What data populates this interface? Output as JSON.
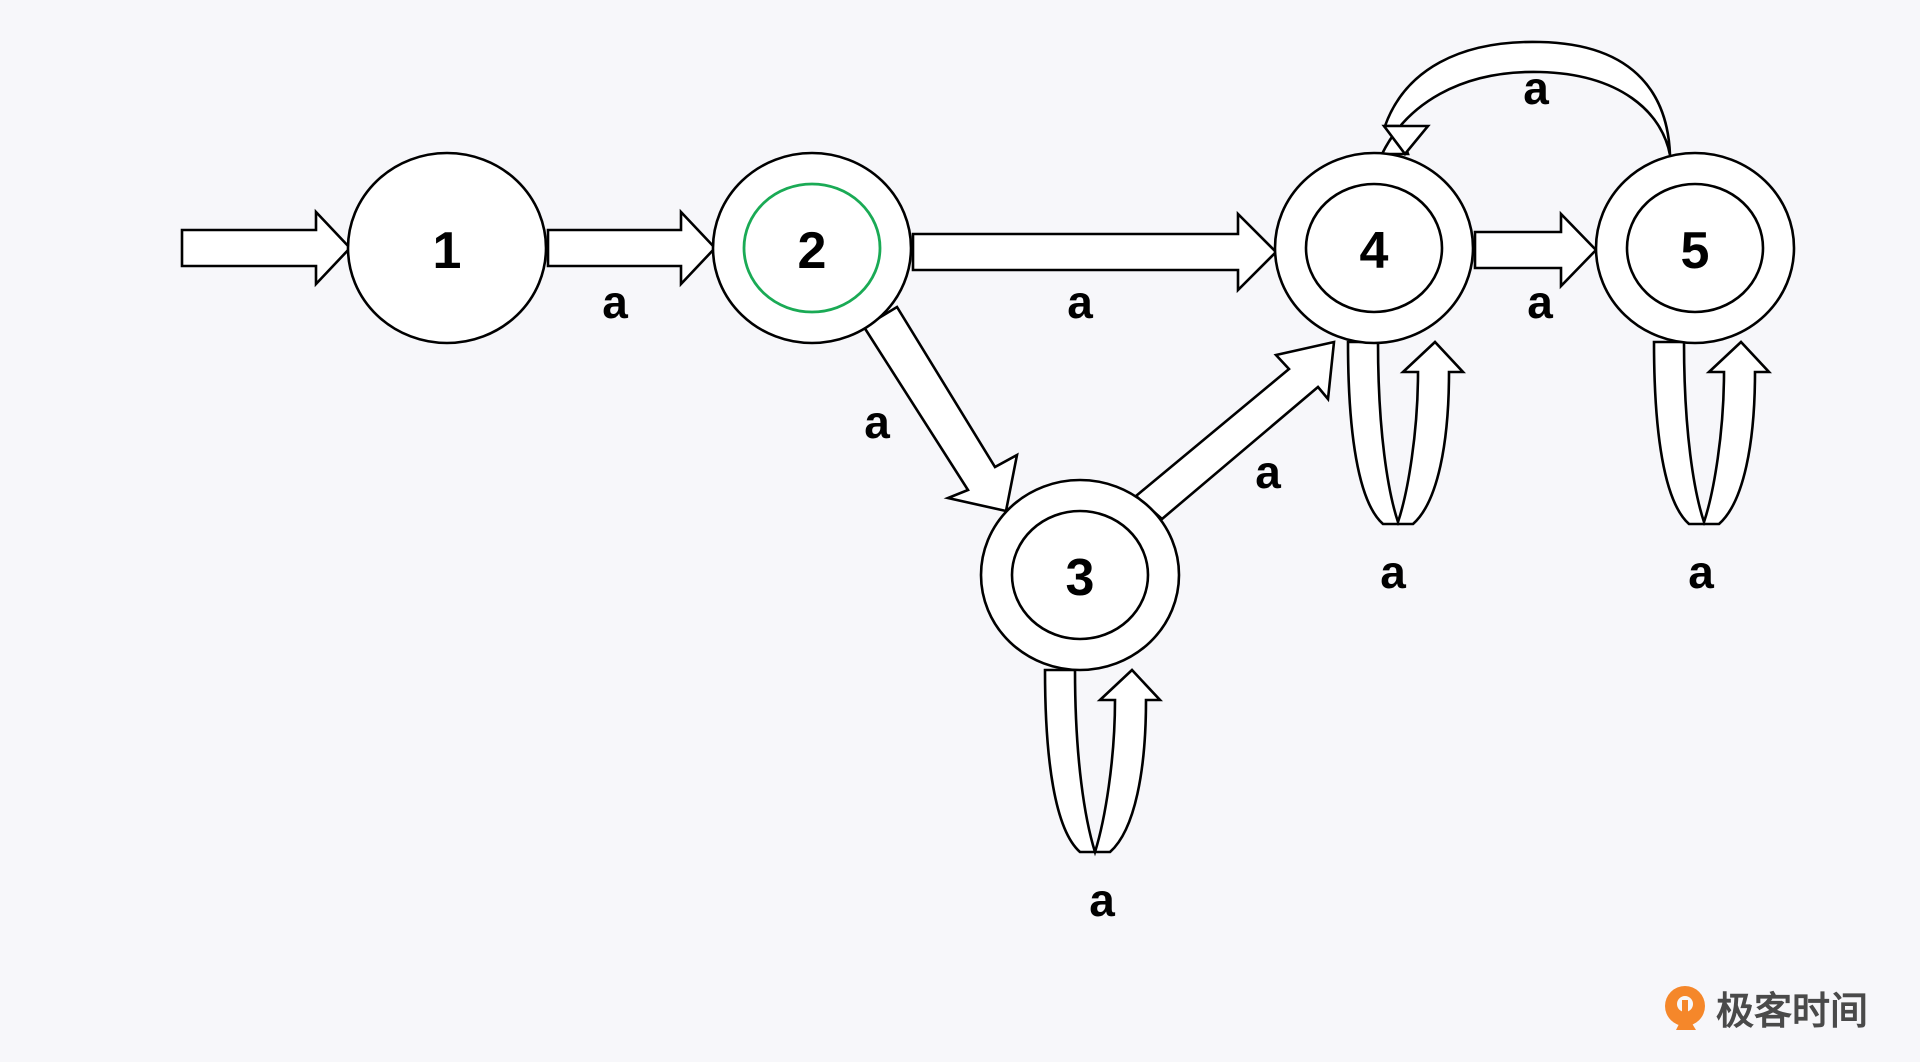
{
  "states": [
    {
      "id": "1",
      "label": "1",
      "accepting": false,
      "highlighted": false
    },
    {
      "id": "2",
      "label": "2",
      "accepting": false,
      "highlighted": true
    },
    {
      "id": "3",
      "label": "3",
      "accepting": true,
      "highlighted": false
    },
    {
      "id": "4",
      "label": "4",
      "accepting": true,
      "highlighted": false
    },
    {
      "id": "5",
      "label": "5",
      "accepting": true,
      "highlighted": false
    }
  ],
  "transitions": [
    {
      "from": "start",
      "to": "1",
      "label": ""
    },
    {
      "from": "1",
      "to": "2",
      "label": "a"
    },
    {
      "from": "2",
      "to": "4",
      "label": "a"
    },
    {
      "from": "2",
      "to": "3",
      "label": "a"
    },
    {
      "from": "3",
      "to": "4",
      "label": "a"
    },
    {
      "from": "4",
      "to": "5",
      "label": "a"
    },
    {
      "from": "5",
      "to": "4",
      "label": "a"
    },
    {
      "from": "3",
      "to": "3",
      "label": "a"
    },
    {
      "from": "4",
      "to": "4",
      "label": "a"
    },
    {
      "from": "5",
      "to": "5",
      "label": "a"
    }
  ],
  "colors": {
    "background": "#f7f7fa",
    "highlight": "#1aaa55",
    "logo_orange": "#f5872a",
    "logo_text": "#4a4a4a"
  },
  "logo": {
    "text": "极客时间",
    "icon": "geektime-logo-icon"
  }
}
